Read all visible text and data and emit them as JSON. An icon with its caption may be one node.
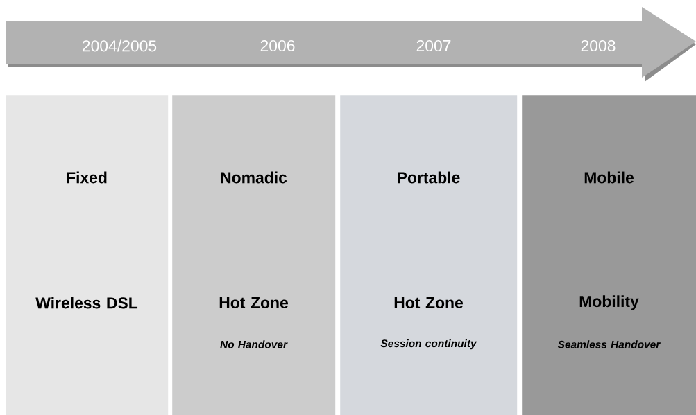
{
  "diagram": {
    "nodes": [
      {
        "text": [
          "2004/2005",
          "2006",
          "2007",
          "2008"
        ]
      },
      {
        "text": [
          "Fixed",
          "Wireless DSL"
        ]
      },
      {
        "text": [
          "Nomadic",
          "Hot Zone",
          "No Handover"
        ]
      },
      {
        "text": [
          "Portable",
          "Hot Zone",
          "Session continuity"
        ]
      },
      {
        "text": [
          "Mobile",
          "Mobility",
          "Seamless Handover"
        ]
      }
    ]
  }
}
